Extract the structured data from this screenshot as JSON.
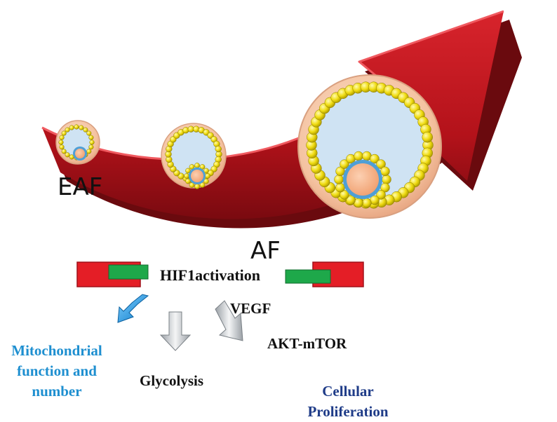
{
  "stages": {
    "early": "EAF",
    "antral": "AF"
  },
  "signaling": {
    "hif": "HIF1activation",
    "vegf": "VEGF",
    "akt": "AKT-mTOR",
    "glycolysis": "Glycolysis",
    "mitochondrial": "Mitochondrial function and number",
    "proliferation": "Cellular Proliferation"
  },
  "colors": {
    "big_arrow": "#c0141c",
    "big_arrow_dark": "#7a0a10",
    "inhibitor_red": "#e41e26",
    "inhibitor_green": "#1ea84a",
    "mitochondrial_text": "#1e8fd0",
    "proliferation_text": "#1f3c88",
    "follicle_fluid": "#cfe3f3",
    "follicle_outer": "#f7c9a8",
    "granulosa_yellow": "#f2e21a",
    "oocyte_fill": "#f6b48c",
    "oocyte_ring": "#4e9fd6"
  }
}
